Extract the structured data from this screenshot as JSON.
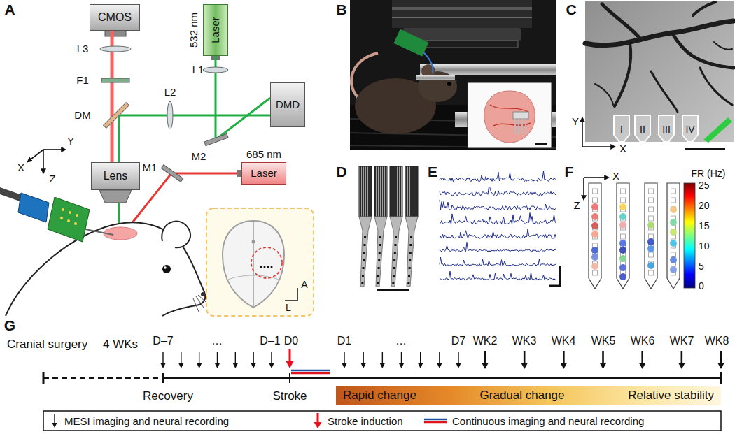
{
  "diagram": {
    "nodes": [
      {
        "text": [
          "CMOS"
        ]
      },
      {
        "text": [
          "532 nm",
          "Laser"
        ]
      },
      {
        "text": [
          "DMD"
        ]
      },
      {
        "text": [
          "Lens"
        ]
      },
      {
        "text": [
          "685 nm",
          "Laser"
        ]
      },
      {
        "text": [
          "Rapid change",
          "Gradual change",
          "Relative stability"
        ]
      }
    ],
    "edges": [
      {
        "from": 1,
        "to": 2,
        "arrow": "none"
      },
      {
        "from": 2,
        "to": 3,
        "arrow": "none"
      },
      {
        "from": 3,
        "to": 0,
        "arrow": "none"
      }
    ],
    "labels": [
      "A",
      "L3",
      "F1",
      "DM",
      "L2",
      "L1",
      "M2",
      "M1",
      "X",
      "Y",
      "Z",
      "A",
      "L",
      "B",
      "C",
      "Y",
      "X",
      "I",
      "II",
      "III",
      "IV",
      "D",
      "E",
      "F",
      "X",
      "Z",
      "FR (Hz)",
      "25",
      "20",
      "15",
      "10",
      "5",
      "0",
      "G",
      "Cranial surgery",
      "4 WKs",
      "D–7",
      "…",
      "D–1",
      "D0",
      "D1",
      "…",
      "D7",
      "WK2",
      "WK3",
      "WK4",
      "WK5",
      "WK6",
      "WK7",
      "WK8",
      "Recovery",
      "Stroke"
    ],
    "legend": [
      {
        "text": "MESI imaging and neural recording"
      },
      {
        "text": "Stroke induction"
      },
      {
        "text": "Continuous imaging and neural recording"
      }
    ]
  }
}
